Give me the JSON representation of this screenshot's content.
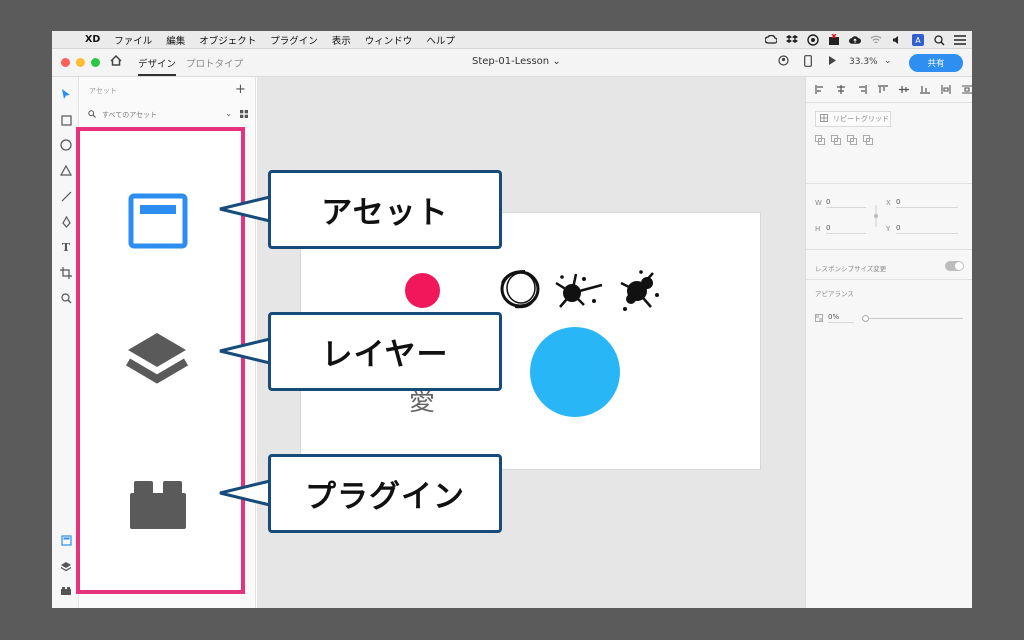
{
  "menubar": {
    "app": "XD",
    "items": [
      "ファイル",
      "編集",
      "オブジェクト",
      "プラグイン",
      "表示",
      "ウィンドウ",
      "ヘルプ"
    ]
  },
  "toolbar": {
    "tab_design": "デザイン",
    "tab_prototype": "プロトタイプ",
    "document_title": "Step-01-Lesson",
    "zoom": "33.3%",
    "share_label": "共有"
  },
  "assets_panel": {
    "header": "アセット",
    "add_label": "+",
    "search_placeholder": "すべてのアセット"
  },
  "artboard": {
    "text_glyph": "愛"
  },
  "properties": {
    "repeat_grid_label": "リピートグリッド",
    "w_label": "W",
    "w_value": "0",
    "h_label": "H",
    "h_value": "0",
    "x_label": "X",
    "x_value": "0",
    "y_label": "Y",
    "y_value": "0",
    "responsive_label": "レスポンシブサイズ変更",
    "appearance_label": "アピアランス",
    "opacity_value": "0%"
  },
  "callouts": {
    "assets": "アセット",
    "layers": "レイヤー",
    "plugins": "プラグイン"
  },
  "colors": {
    "highlight_border": "#e8317f",
    "callout_border": "#174b7a",
    "share_button": "#2f8ef2",
    "circle_red": "#f0185a",
    "circle_blue": "#29b6f6",
    "assets_icon": "#2b8ef0",
    "dark_icon": "#555555"
  }
}
